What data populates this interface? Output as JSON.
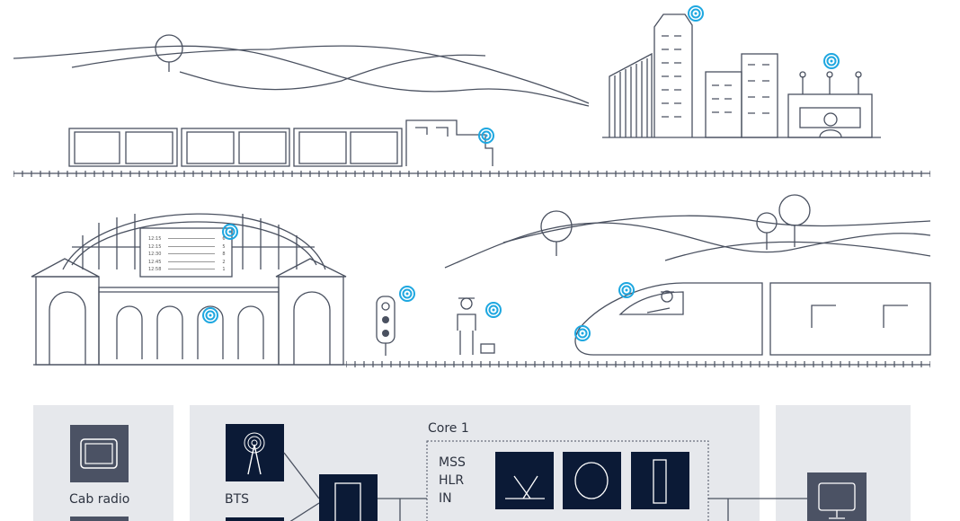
{
  "departure_board": {
    "rows": [
      {
        "time": "12:15",
        "platform": "6"
      },
      {
        "time": "12:15",
        "platform": "5"
      },
      {
        "time": "12:30",
        "platform": "8"
      },
      {
        "time": "12:45",
        "platform": "2"
      },
      {
        "time": "12:58",
        "platform": "1"
      }
    ]
  },
  "network": {
    "cab_radio_label": "Cab radio",
    "bts_label": "BTS",
    "core_label": "Core 1",
    "core_functions": [
      "MSS",
      "HLR",
      "IN"
    ]
  },
  "colors": {
    "signal": "#1ea7e0",
    "navy": "#0b1a36",
    "gray_box": "#4b5264",
    "panel": "#e6e8ec",
    "line": "#4a5160"
  }
}
